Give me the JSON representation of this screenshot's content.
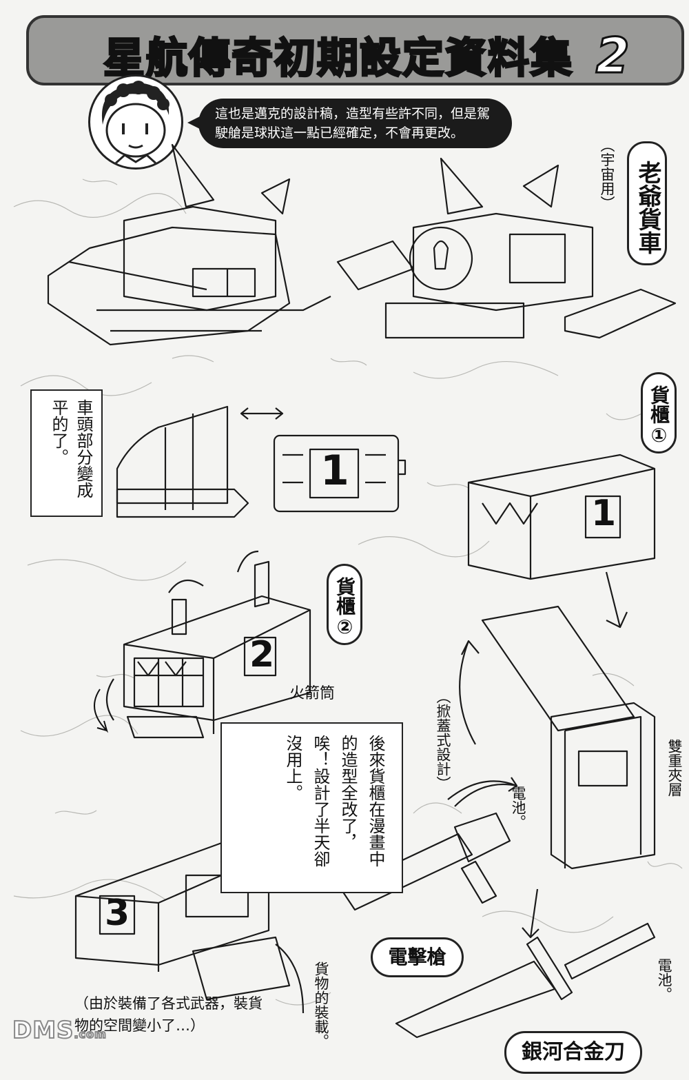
{
  "header": {
    "title": "星航傳奇初期設定資料集",
    "volume_number": "2"
  },
  "speech_bubble": {
    "text": "這也是邁克的設計稿，造型有些許不同，但是駕駛艙是球狀這一點已經確定，不會再更改。"
  },
  "labels": {
    "old_cargo_truck": "老爺貨車",
    "space_use": "（宇宙用）",
    "cargo1": "貨櫃①",
    "cargo2": "貨櫃②",
    "front_changed": "車頭部分變成平的了。",
    "rocket_launcher": "火箭筒",
    "flip_lid": "（掀蓋式設計）",
    "double_layer": "雙重夾層",
    "battery_1": "電池。",
    "battery_2": "電池。",
    "cargo_loading": "貨物的裝載。",
    "comment_box": "後來貨櫃在漫畫中的造型全改了，唉！設計了半天卻沒用上。",
    "space_smaller": "（由於裝備了各式武器，裝貨物的空間變小了…）",
    "electric_gun": "電擊槍",
    "galaxy_sword": "銀河合金刀"
  },
  "container_numbers": {
    "c1_front": "1",
    "c1_side": "1",
    "c2": "2",
    "c3": "3"
  },
  "watermark": {
    "text": "DMS",
    "suffix": ".com"
  },
  "colors": {
    "ink": "#111111",
    "paper": "#f4f4f2",
    "banner": "#9a9a98",
    "bubble": "#1b1b1b"
  }
}
